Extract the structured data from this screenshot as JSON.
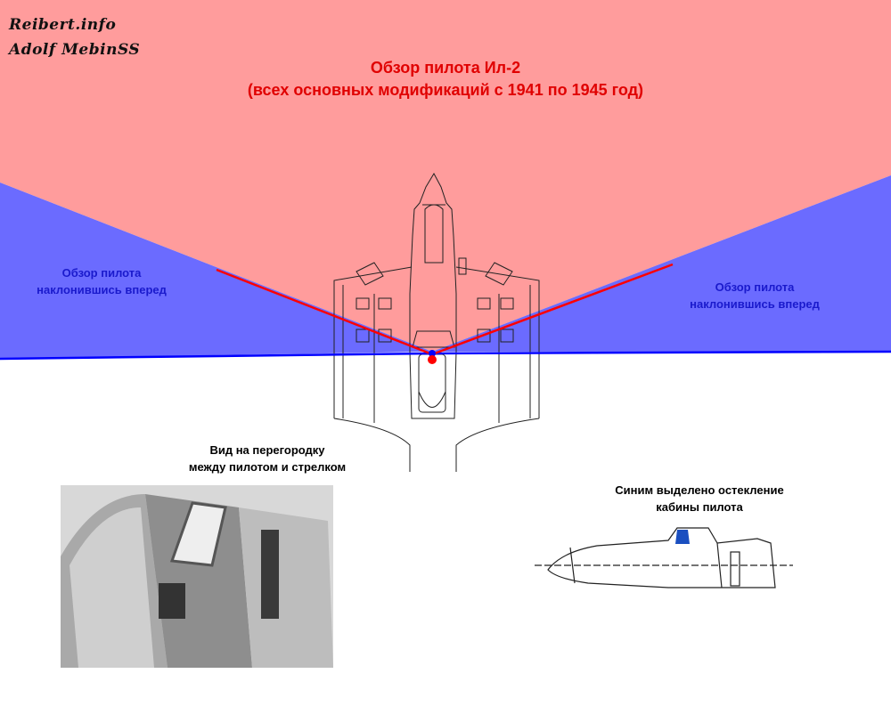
{
  "watermark": {
    "line1": "Reibert.info",
    "line2": "Adolf MebinSS"
  },
  "title": {
    "line1": "Обзор пилота Ил-2",
    "line2": "(всех основных модификаций с 1941 по 1945 год)"
  },
  "left_label": {
    "line1": "Обзор пилота",
    "line2": "наклонившись вперед"
  },
  "right_label": {
    "line1": "Обзор пилота",
    "line2": "наклонившись вперед"
  },
  "photo_caption": {
    "line1": "Вид на перегородку",
    "line2": "между пилотом и стрелком"
  },
  "sideview_caption": {
    "line1": "Синим выделено остекление",
    "line2": "кабины пилота"
  },
  "colors": {
    "forward_view": "#ff9c9c",
    "lean_view": "#6b6bff",
    "red_line": "#ff0000",
    "blue_line": "#0000ff"
  }
}
